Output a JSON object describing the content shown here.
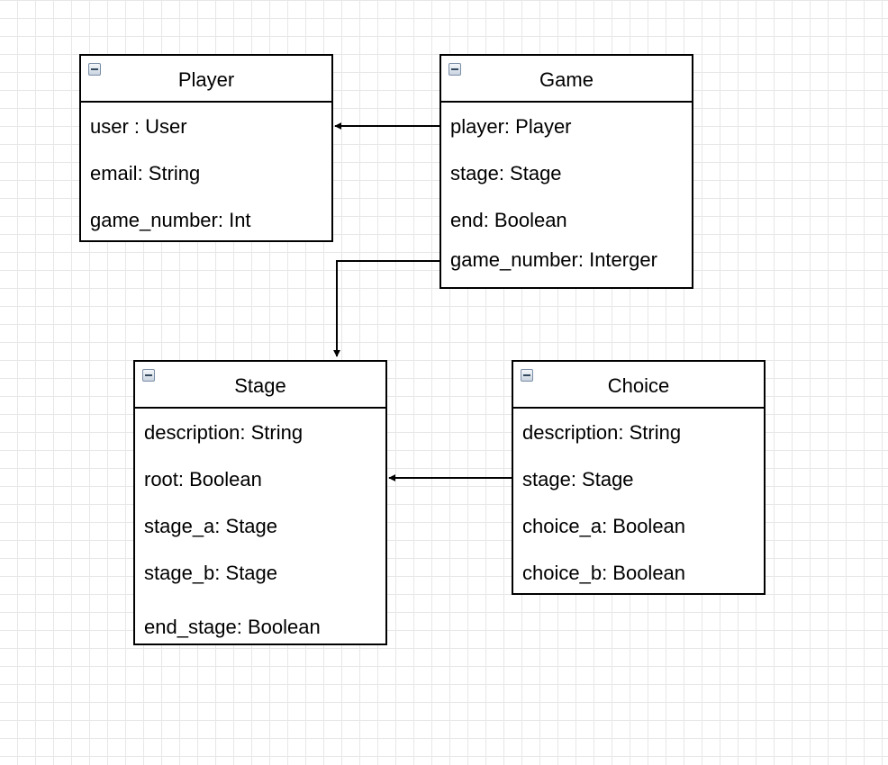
{
  "classes": {
    "player": {
      "name": "Player",
      "attributes": [
        "user : User",
        "email: String",
        "game_number: Int"
      ]
    },
    "game": {
      "name": "Game",
      "attributes": [
        "player: Player",
        "stage: Stage",
        "end: Boolean",
        "game_number: Interger"
      ]
    },
    "stage": {
      "name": "Stage",
      "attributes": [
        "description: String",
        "root: Boolean",
        "stage_a: Stage",
        "stage_b: Stage",
        "end_stage: Boolean"
      ]
    },
    "choice": {
      "name": "Choice",
      "attributes": [
        "description: String",
        "stage: Stage",
        "choice_a: Boolean",
        "choice_b: Boolean"
      ]
    }
  },
  "relations": [
    {
      "from": "Game",
      "to": "Player"
    },
    {
      "from": "Game",
      "to": "Stage"
    },
    {
      "from": "Choice",
      "to": "Stage"
    }
  ],
  "colors": {
    "line": "#000000",
    "grid": "#e7e7e7",
    "icon_border": "#7a8ea6"
  },
  "icons": {
    "class_header": "collapse-minus-icon"
  }
}
